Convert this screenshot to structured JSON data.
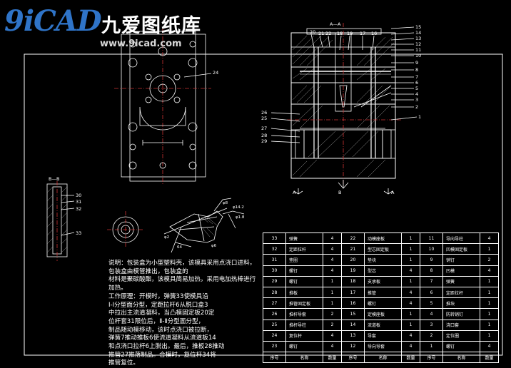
{
  "logo": {
    "mark": "9iCAD",
    "name_cn": "九爱图纸库",
    "url": "www.9icad.com"
  },
  "section_labels": {
    "a_a": "A—A",
    "b_b": "B—B",
    "b_bottom": "B",
    "a_left": "A",
    "a_right": "A"
  },
  "callouts": {
    "main_top": [
      "20",
      "21",
      "22",
      "18",
      "19",
      "17",
      "16"
    ],
    "main_right": [
      "15",
      "14",
      "13",
      "12",
      "11",
      "10",
      "9",
      "8",
      "7",
      "6",
      "5",
      "4",
      "3",
      "2",
      "1"
    ],
    "main_left": [
      "26",
      "25",
      "27",
      "28",
      "29"
    ],
    "top_view": [
      "24"
    ],
    "section_b": [
      "30",
      "31",
      "32",
      "33"
    ]
  },
  "dims": [
    "φ8",
    "φ14.2",
    "64",
    "φ1.8",
    "φ2",
    "φ6"
  ],
  "notes": [
    "说明：包装盒为小型塑料壳，该模具采用点浇口进料，包装盒由模管推出，包装盒的",
    "材料是聚碳酸酯，该模具简易加热，采用电加热棒进行加热。",
    "工作原理：开模时，弹簧33使模具沿",
    "Ⅰ-Ⅰ分型面分型，定距拉杆6从脱口盒3",
    "中拉出主流道凝料，当凸模固定板20定",
    "位杆套31限位后，Ⅱ-Ⅱ分型面分型，",
    "制品随动模移动，该时点浇口被拉断，",
    "弹簧7推动推板6使流道凝料从流道板14",
    "和点浇口拉杆6上脱出。最后，推板28推动",
    "推管27推落制品。合模时，复位杆34将",
    "推管复位。"
  ],
  "bom": {
    "rows": [
      [
        [
          "33",
          "弹簧",
          "4"
        ],
        [
          "22",
          "动模座板",
          "1"
        ],
        [
          "11",
          "导向导柱",
          "4"
        ]
      ],
      [
        [
          "32",
          "定距拉杆",
          "4"
        ],
        [
          "21",
          "型芯固定板",
          "1"
        ],
        [
          "10",
          "凹模固定板",
          "1"
        ]
      ],
      [
        [
          "31",
          "垫圈",
          "4"
        ],
        [
          "20",
          "垫块",
          "1"
        ],
        [
          "9",
          "销钉",
          "2"
        ]
      ],
      [
        [
          "30",
          "螺钉",
          "4"
        ],
        [
          "19",
          "型芯",
          "4"
        ],
        [
          "8",
          "凹模",
          "4"
        ]
      ],
      [
        [
          "29",
          "螺钉",
          "1"
        ],
        [
          "18",
          "支承板",
          "1"
        ],
        [
          "7",
          "弹簧",
          "1"
        ]
      ],
      [
        [
          "28",
          "推板",
          "1"
        ],
        [
          "17",
          "推管",
          "4"
        ],
        [
          "6",
          "定距拉杆",
          "1"
        ]
      ],
      [
        [
          "27",
          "推管固定板",
          "1"
        ],
        [
          "16",
          "螺钉",
          "4"
        ],
        [
          "5",
          "推块",
          "1"
        ]
      ],
      [
        [
          "26",
          "推杆导套",
          "2"
        ],
        [
          "15",
          "定模座板",
          "1"
        ],
        [
          "4",
          "防转销钉",
          "1"
        ]
      ],
      [
        [
          "25",
          "推杆导柱",
          "2"
        ],
        [
          "14",
          "流道板",
          "1"
        ],
        [
          "3",
          "浇口套",
          "1"
        ]
      ],
      [
        [
          "24",
          "复位杆",
          "4"
        ],
        [
          "13",
          "导套",
          "4"
        ],
        [
          "2",
          "定位圈",
          "1"
        ]
      ],
      [
        [
          "23",
          "螺钉",
          "4"
        ],
        [
          "12",
          "导向导套",
          "4"
        ],
        [
          "1",
          "螺钉",
          "4"
        ]
      ]
    ],
    "header": [
      "序号",
      "名称",
      "数量",
      "序号",
      "名称",
      "数量",
      "序号",
      "名称",
      "数量"
    ]
  }
}
